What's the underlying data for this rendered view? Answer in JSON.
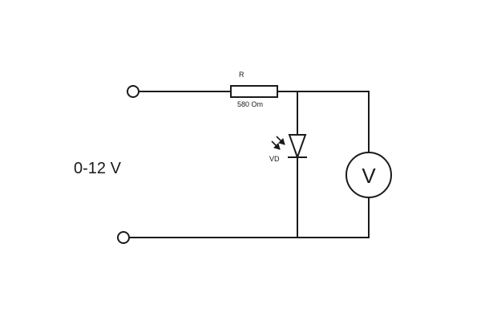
{
  "diagram": {
    "supply_label": "0-12 V",
    "resistor": {
      "designator": "R",
      "value": "580 Om"
    },
    "photodiode": {
      "designator": "VD"
    },
    "voltmeter": {
      "symbol": "V"
    },
    "colors": {
      "line": "#1a1a1a",
      "background": "#ffffff"
    }
  }
}
